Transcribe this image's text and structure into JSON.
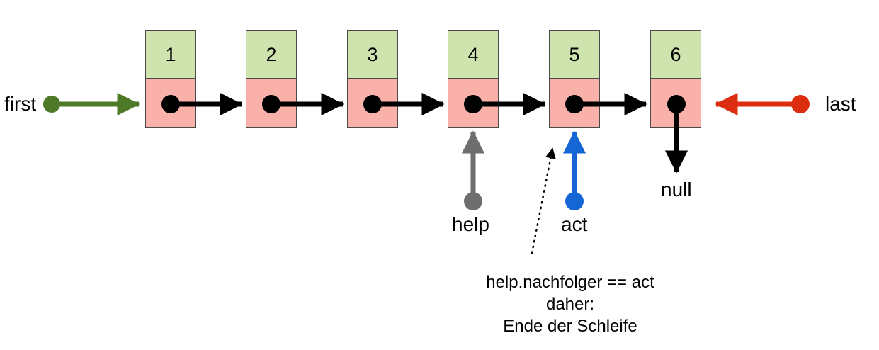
{
  "diagram": {
    "type": "linked-list",
    "description": "Singly linked list traversal diagram with first/last/help/act pointers"
  },
  "nodes": [
    {
      "value": "1"
    },
    {
      "value": "2"
    },
    {
      "value": "3"
    },
    {
      "value": "4"
    },
    {
      "value": "5"
    },
    {
      "value": "6"
    }
  ],
  "labels": {
    "first": "first",
    "last": "last",
    "help": "help",
    "act": "act",
    "null": "null"
  },
  "annotation": {
    "line1": "help.nachfolger == act",
    "line2": "daher:",
    "line3": "Ende der Schleife"
  },
  "colors": {
    "cell_green": "#cfe3af",
    "cell_pink": "#f9b1aa",
    "arrow_black": "#000000",
    "arrow_green": "#4e7a28",
    "arrow_red": "#dd2d10",
    "arrow_blue": "#1565d4",
    "arrow_gray": "#6e6e6e"
  }
}
